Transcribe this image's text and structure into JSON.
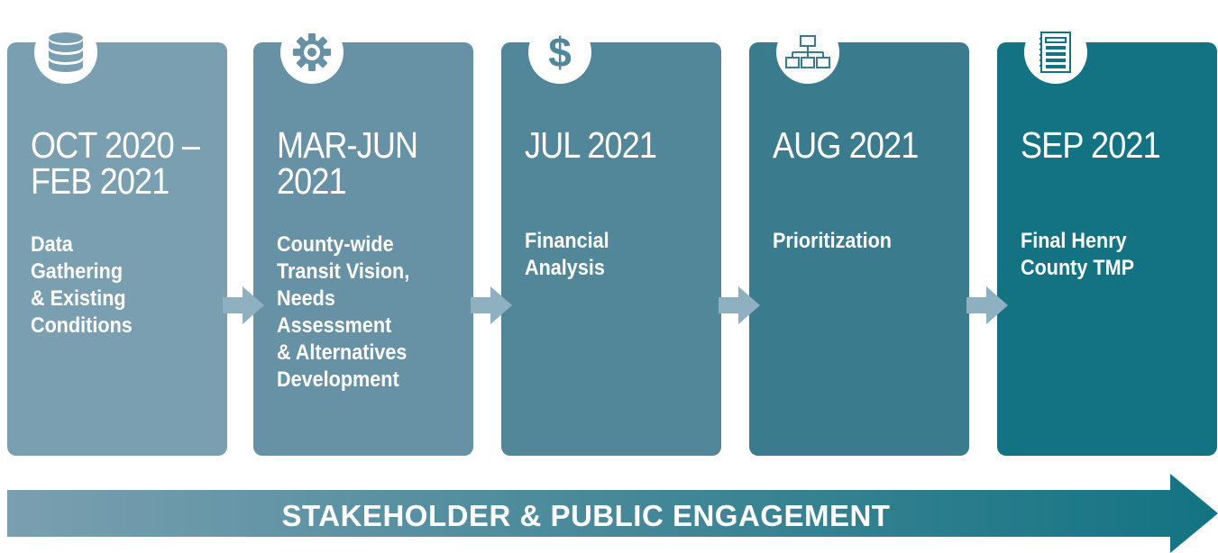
{
  "stages": [
    {
      "icon": "database-icon",
      "date": "OCT 2020 –\nFEB 2021",
      "description": "Data\nGathering\n& Existing\nConditions",
      "color": "#7a9fb0"
    },
    {
      "icon": "gear-icon",
      "date": "MAR-JUN\n2021",
      "description": "County-wide\nTransit Vision,\nNeeds\nAssessment\n& Alternatives\nDevelopment",
      "color": "#6791a4"
    },
    {
      "icon": "dollar-icon",
      "date": "JUL 2021",
      "description": "Financial\nAnalysis",
      "color": "#528699"
    },
    {
      "icon": "org-chart-icon",
      "date": "AUG 2021",
      "description": "Prioritization",
      "color": "#3b7b8e"
    },
    {
      "icon": "document-icon",
      "date": "SEP 2021",
      "description": "Final Henry\nCounty TMP",
      "color": "#137382"
    }
  ],
  "engagement": {
    "label": "STAKEHOLDER & PUBLIC ENGAGEMENT",
    "color_start": "#7a9fb0",
    "color_end": "#137382"
  },
  "chevron_color": "#8fb0c0"
}
